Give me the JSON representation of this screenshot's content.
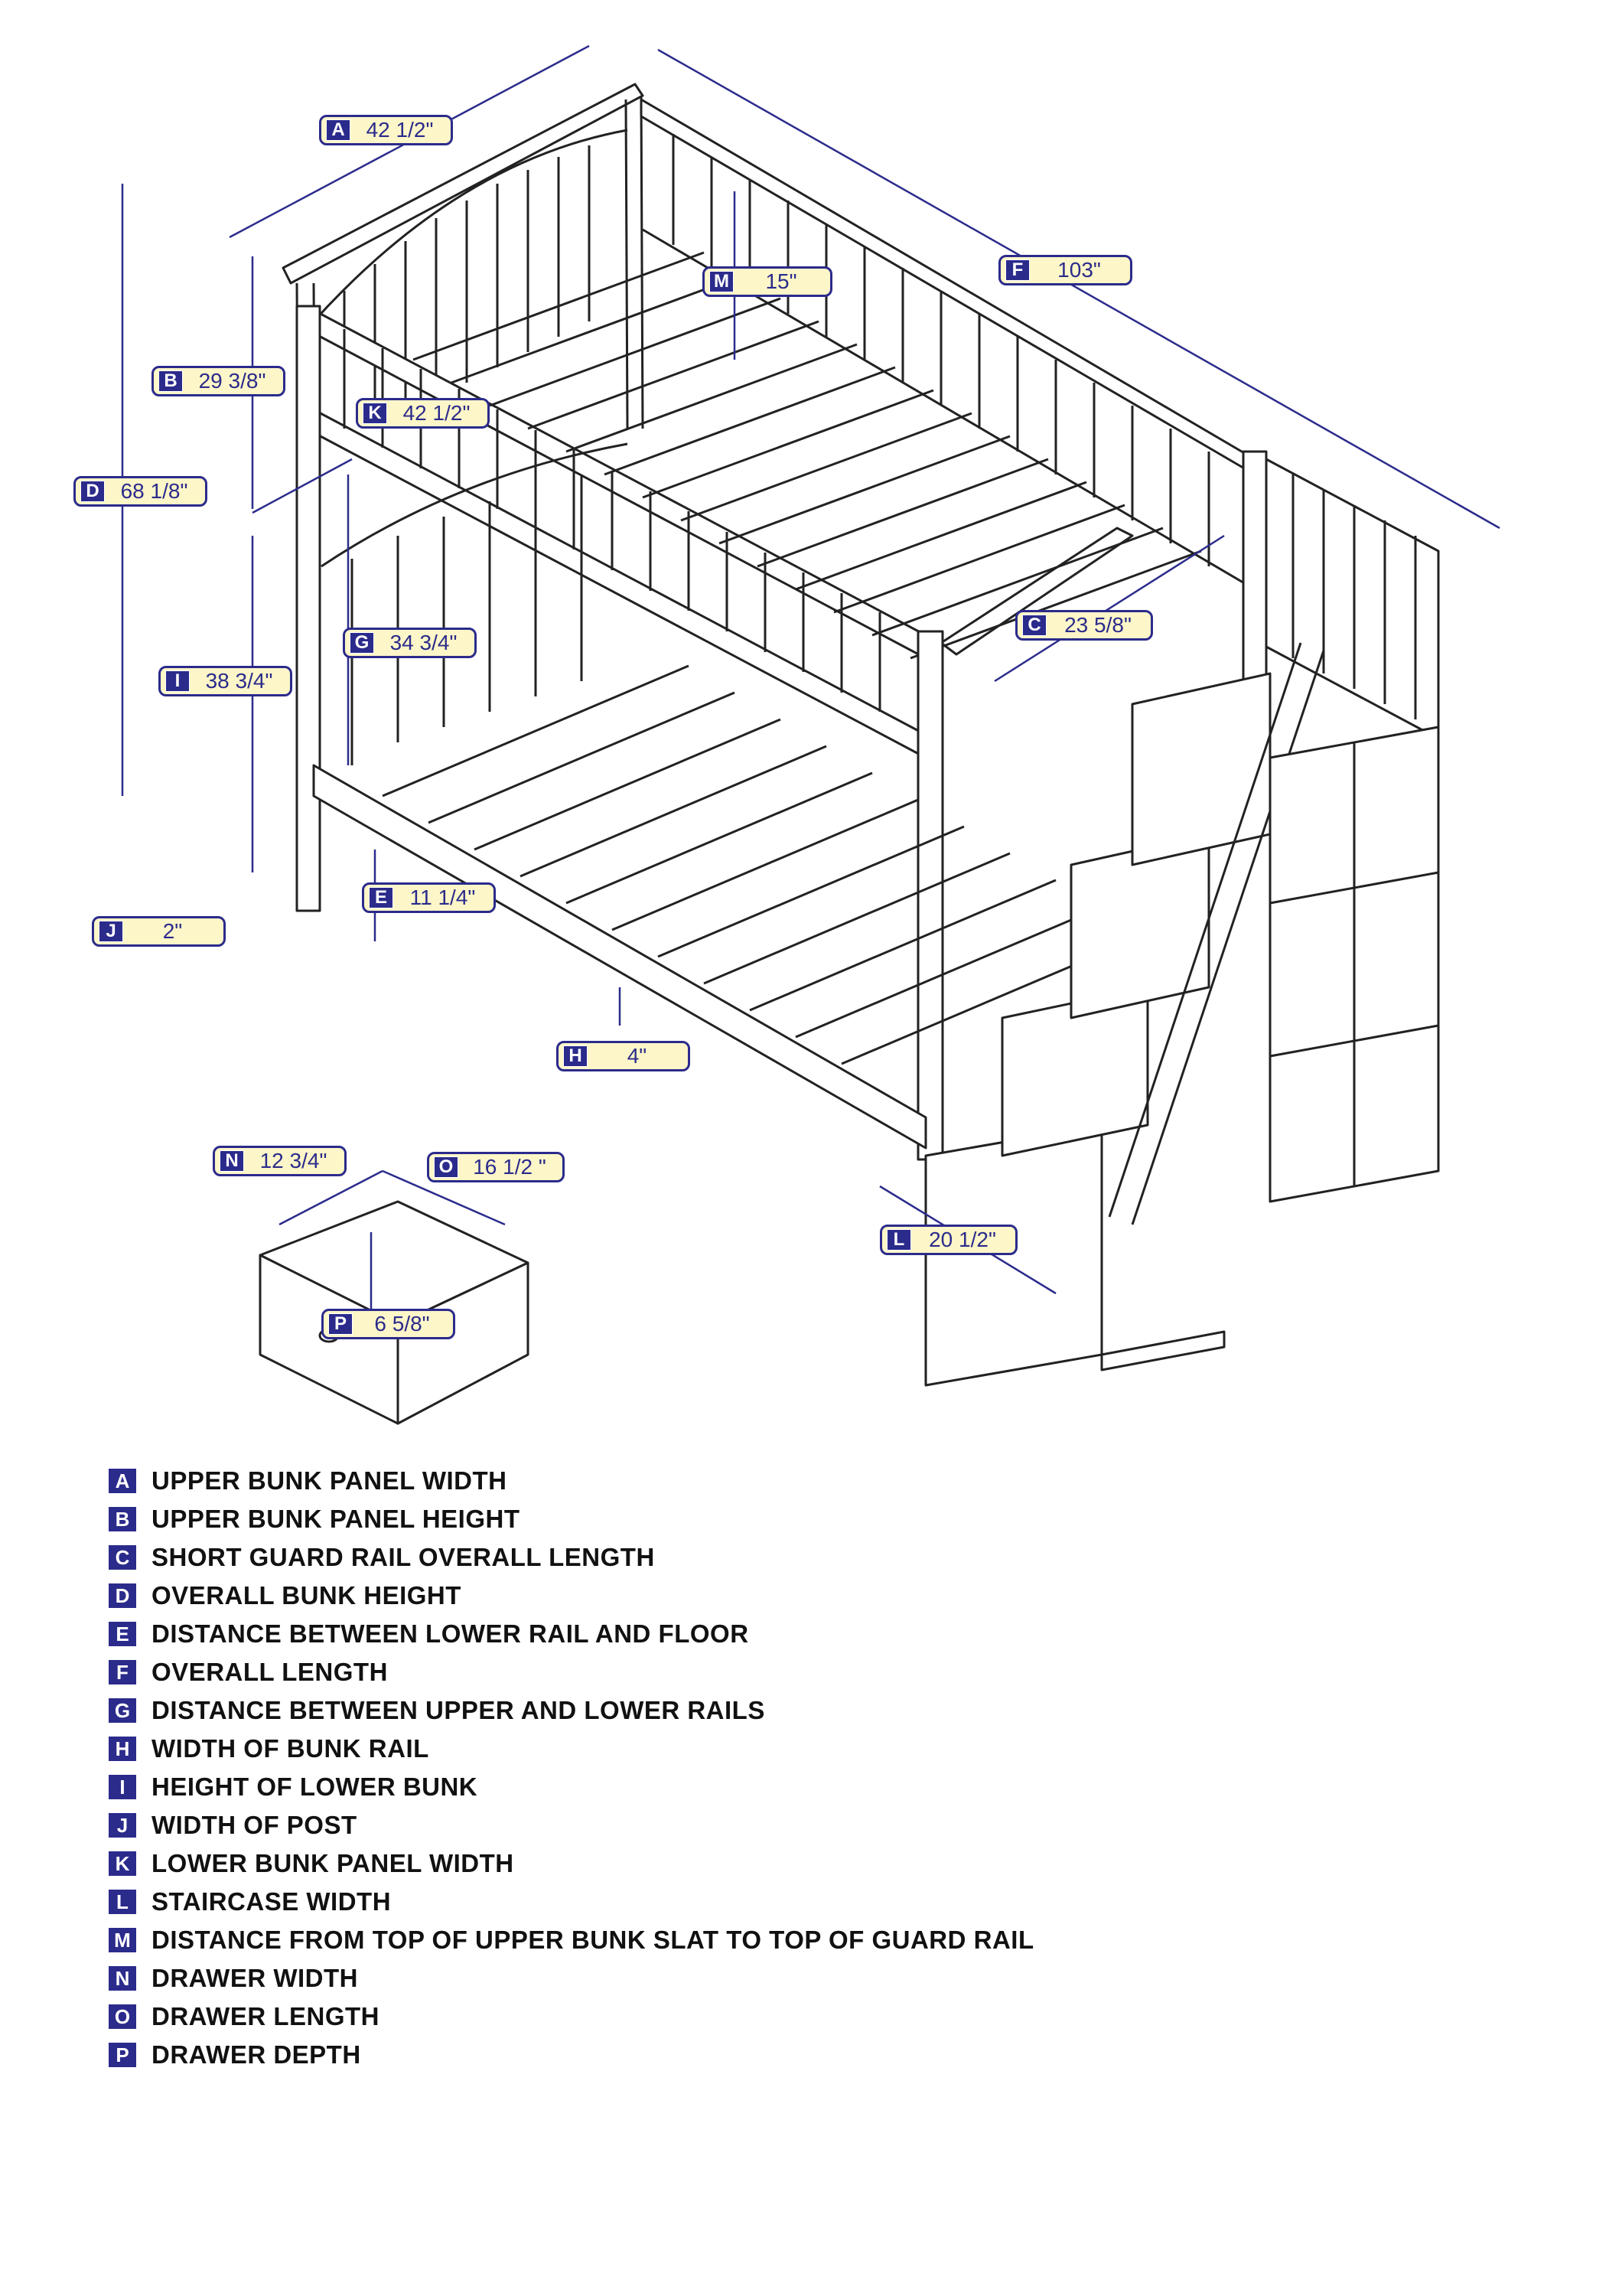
{
  "callouts": [
    {
      "letter": "A",
      "value": "42 1/2\""
    },
    {
      "letter": "B",
      "value": "29 3/8\""
    },
    {
      "letter": "C",
      "value": "23 5/8\""
    },
    {
      "letter": "D",
      "value": "68 1/8\""
    },
    {
      "letter": "E",
      "value": "11 1/4\""
    },
    {
      "letter": "F",
      "value": "103\""
    },
    {
      "letter": "G",
      "value": "34 3/4\""
    },
    {
      "letter": "H",
      "value": "4\""
    },
    {
      "letter": "I",
      "value": "38 3/4\""
    },
    {
      "letter": "J",
      "value": "2\""
    },
    {
      "letter": "K",
      "value": "42 1/2\""
    },
    {
      "letter": "L",
      "value": "20 1/2\""
    },
    {
      "letter": "M",
      "value": "15\""
    },
    {
      "letter": "N",
      "value": "12 3/4\""
    },
    {
      "letter": "O",
      "value": "16 1/2 \""
    },
    {
      "letter": "P",
      "value": "6 5/8\""
    }
  ],
  "legend": [
    {
      "letter": "A",
      "text": "UPPER BUNK PANEL WIDTH"
    },
    {
      "letter": "B",
      "text": "UPPER BUNK PANEL HEIGHT"
    },
    {
      "letter": "C",
      "text": "SHORT GUARD RAIL OVERALL LENGTH"
    },
    {
      "letter": "D",
      "text": "OVERALL BUNK HEIGHT"
    },
    {
      "letter": "E",
      "text": "DISTANCE BETWEEN LOWER RAIL AND FLOOR"
    },
    {
      "letter": "F",
      "text": "OVERALL LENGTH"
    },
    {
      "letter": "G",
      "text": "DISTANCE BETWEEN UPPER AND LOWER RAILS"
    },
    {
      "letter": "H",
      "text": "WIDTH OF BUNK RAIL"
    },
    {
      "letter": "I",
      "text": "HEIGHT OF LOWER BUNK"
    },
    {
      "letter": "J",
      "text": "WIDTH OF POST"
    },
    {
      "letter": "K",
      "text": "LOWER BUNK PANEL WIDTH"
    },
    {
      "letter": "L",
      "text": "STAIRCASE WIDTH"
    },
    {
      "letter": "M",
      "text": "DISTANCE FROM TOP OF UPPER BUNK SLAT TO TOP OF GUARD RAIL"
    },
    {
      "letter": "N",
      "text": "DRAWER WIDTH"
    },
    {
      "letter": "O",
      "text": "DRAWER LENGTH"
    },
    {
      "letter": "P",
      "text": "DRAWER DEPTH"
    }
  ],
  "colors": {
    "accent": "#2b2b8c",
    "label_bg": "#fdf6c8",
    "line": "#222222"
  }
}
